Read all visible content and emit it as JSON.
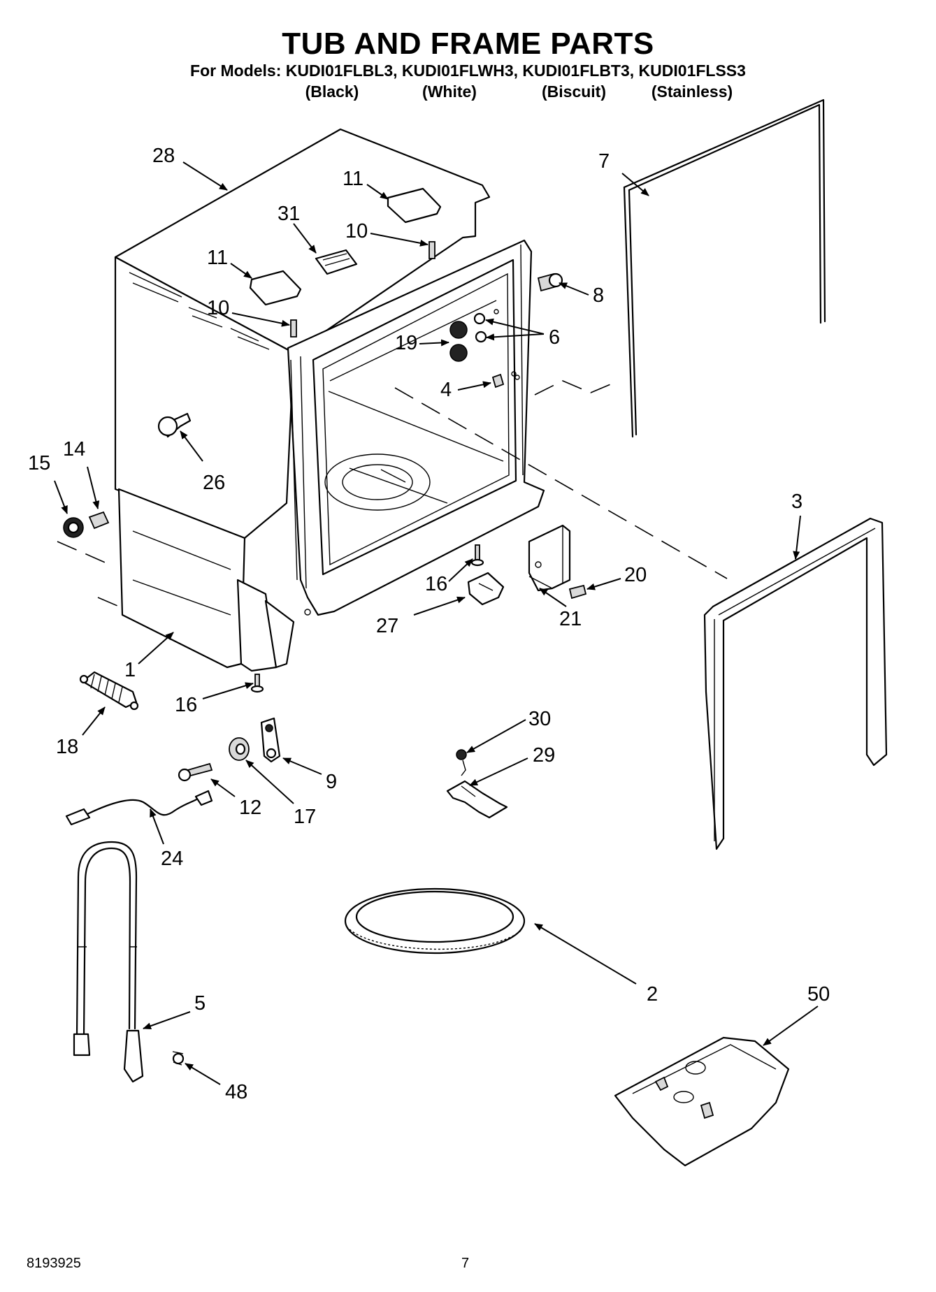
{
  "header": {
    "title": "TUB AND FRAME PARTS",
    "models_line": "For Models: KUDI01FLBL3, KUDI01FLWH3, KUDI01FLBT3, KUDI01FLSS3",
    "variants": [
      "(Black)",
      "(White)",
      "(Biscuit)",
      "(Stainless)"
    ]
  },
  "callouts": [
    "28",
    "7",
    "11",
    "31",
    "10",
    "11",
    "8",
    "10",
    "6",
    "19",
    "4",
    "26",
    "15",
    "14",
    "3",
    "20",
    "16",
    "21",
    "27",
    "1",
    "16",
    "18",
    "30",
    "29",
    "9",
    "12",
    "17",
    "24",
    "2",
    "50",
    "5",
    "48"
  ],
  "footer": {
    "doc_number": "8193925",
    "page_number": "7"
  }
}
